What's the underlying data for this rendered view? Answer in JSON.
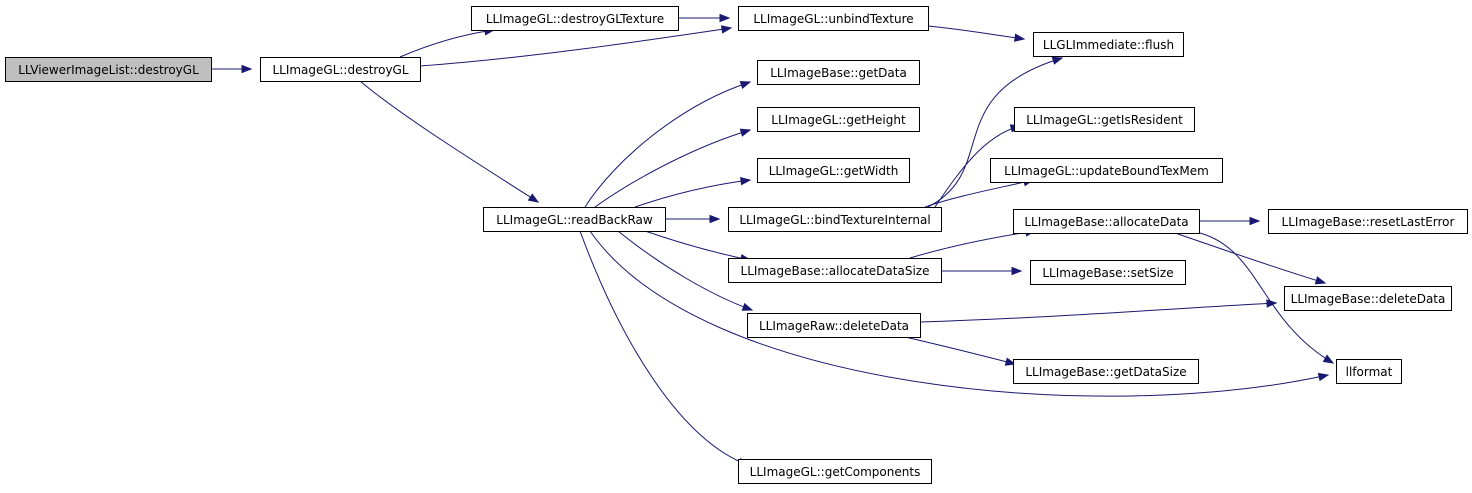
{
  "colors": {
    "edge": "#191970",
    "root_fill": "#bfbfbf",
    "node_fill": "#ffffff",
    "border": "#000000"
  },
  "nodes": [
    {
      "id": "n0",
      "label": "LLViewerImageList::destroyGL",
      "root": true
    },
    {
      "id": "n1",
      "label": "LLImageGL::destroyGL"
    },
    {
      "id": "n2",
      "label": "LLImageGL::destroyGLTexture"
    },
    {
      "id": "n3",
      "label": "LLImageGL::unbindTexture"
    },
    {
      "id": "n4",
      "label": "LLGLImmediate::flush"
    },
    {
      "id": "n5",
      "label": "LLImageGL::readBackRaw"
    },
    {
      "id": "n6",
      "label": "LLImageBase::getData"
    },
    {
      "id": "n7",
      "label": "LLImageGL::getHeight"
    },
    {
      "id": "n8",
      "label": "LLImageGL::getWidth"
    },
    {
      "id": "n9",
      "label": "LLImageGL::bindTextureInternal"
    },
    {
      "id": "n10",
      "label": "LLImageBase::allocateDataSize"
    },
    {
      "id": "n11",
      "label": "LLImageRaw::deleteData"
    },
    {
      "id": "n12",
      "label": "LLImageGL::getComponents"
    },
    {
      "id": "n13",
      "label": "LLImageGL::getIsResident"
    },
    {
      "id": "n14",
      "label": "LLImageGL::updateBoundTexMem"
    },
    {
      "id": "n15",
      "label": "LLImageBase::allocateData"
    },
    {
      "id": "n16",
      "label": "LLImageBase::setSize"
    },
    {
      "id": "n17",
      "label": "LLImageBase::getDataSize"
    },
    {
      "id": "n18",
      "label": "LLImageBase::resetLastError"
    },
    {
      "id": "n19",
      "label": "LLImageBase::deleteData"
    },
    {
      "id": "n20",
      "label": "llformat"
    }
  ],
  "edges": [
    [
      "n0",
      "n1"
    ],
    [
      "n1",
      "n2"
    ],
    [
      "n1",
      "n3"
    ],
    [
      "n2",
      "n3"
    ],
    [
      "n3",
      "n4"
    ],
    [
      "n1",
      "n5"
    ],
    [
      "n5",
      "n6"
    ],
    [
      "n5",
      "n7"
    ],
    [
      "n5",
      "n8"
    ],
    [
      "n5",
      "n9"
    ],
    [
      "n5",
      "n10"
    ],
    [
      "n5",
      "n11"
    ],
    [
      "n5",
      "n12"
    ],
    [
      "n5",
      "n20"
    ],
    [
      "n9",
      "n4"
    ],
    [
      "n9",
      "n13"
    ],
    [
      "n9",
      "n14"
    ],
    [
      "n10",
      "n15"
    ],
    [
      "n10",
      "n16"
    ],
    [
      "n15",
      "n18"
    ],
    [
      "n15",
      "n19"
    ],
    [
      "n15",
      "n20"
    ],
    [
      "n11",
      "n19"
    ],
    [
      "n11",
      "n17"
    ]
  ]
}
